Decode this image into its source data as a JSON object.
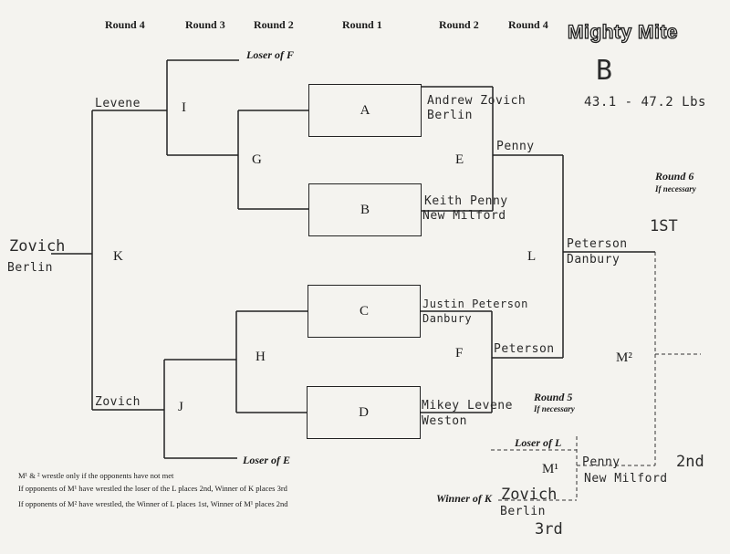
{
  "headers": {
    "r4_left": "Round 4",
    "r3": "Round 3",
    "r2_left": "Round 2",
    "r1": "Round 1",
    "r2_right": "Round 2",
    "r4_right": "Round 4"
  },
  "title": {
    "logo": "Mighty Mite",
    "bracket_letter": "B",
    "weight": "43.1 - 47.2 Lbs"
  },
  "boxes": {
    "a": "A",
    "b": "B",
    "c": "C",
    "d": "D"
  },
  "nodes": {
    "i": "I",
    "g": "G",
    "k": "K",
    "h": "H",
    "j": "J",
    "e": "E",
    "f": "F",
    "l": "L",
    "m2": "M²",
    "m1": "M¹"
  },
  "labels": {
    "loser_f": "Loser of F",
    "loser_e": "Loser of E",
    "loser_l": "Loser of L",
    "winner_k": "Winner of K",
    "round6": "Round 6",
    "round6_sub": "If necessary",
    "round5": "Round 5",
    "round5_sub": "If necessary"
  },
  "handwritten": {
    "levene": "Levene",
    "zovich_mid": "Zovich",
    "zovich_left_name": "Zovich",
    "zovich_left_team": "Berlin",
    "a_name": "Andrew Zovich",
    "a_team": "Berlin",
    "b_name": "Keith Penny",
    "b_team": "New Milford",
    "c_name": "Justin Peterson",
    "c_team": "Danbury",
    "d_name": "Mikey Levene",
    "d_team": "Weston",
    "e_winner": "Penny",
    "f_winner": "Peterson",
    "l_name": "Peterson",
    "l_team": "Danbury",
    "first": "1ST",
    "m1_name": "Penny",
    "m1_team": "New Milford",
    "second": "2nd",
    "wk_name": "Zovich",
    "wk_team": "Berlin",
    "third": "3rd"
  },
  "notes": {
    "line1": "M¹ & ² wrestle only if the opponents have not met",
    "line2": "If opponents of M¹ have wrestled the loser of the L places 2nd, Winner of K places 3rd",
    "line3": "If opponents of M² have wrestled, the Winner of L places 1st, Winner of M¹ places 2nd"
  }
}
